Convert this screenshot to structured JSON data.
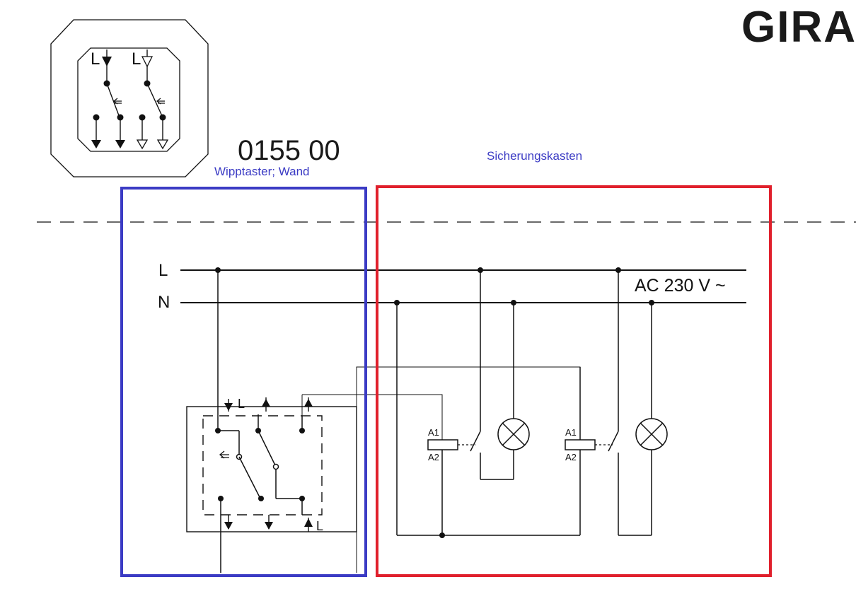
{
  "brand": "GIRA",
  "article_number": "0155 00",
  "labels": {
    "switch_box": "Wipptaster; Wand",
    "fuse_box": "Sicherungskasten"
  },
  "rails": {
    "phase": "L",
    "neutral": "N",
    "supply": "AC 230 V ~"
  },
  "relay": {
    "coil_a1": "A1",
    "coil_a2": "A2"
  },
  "switch_terminals": {
    "top_left": "L",
    "bottom_right": "L"
  },
  "symbol_terminals": {
    "left": "L",
    "right": "L"
  },
  "colors": {
    "switch_box_frame": "#3b3bc4",
    "fuse_box_frame": "#e0202c",
    "wire": "#111111"
  }
}
